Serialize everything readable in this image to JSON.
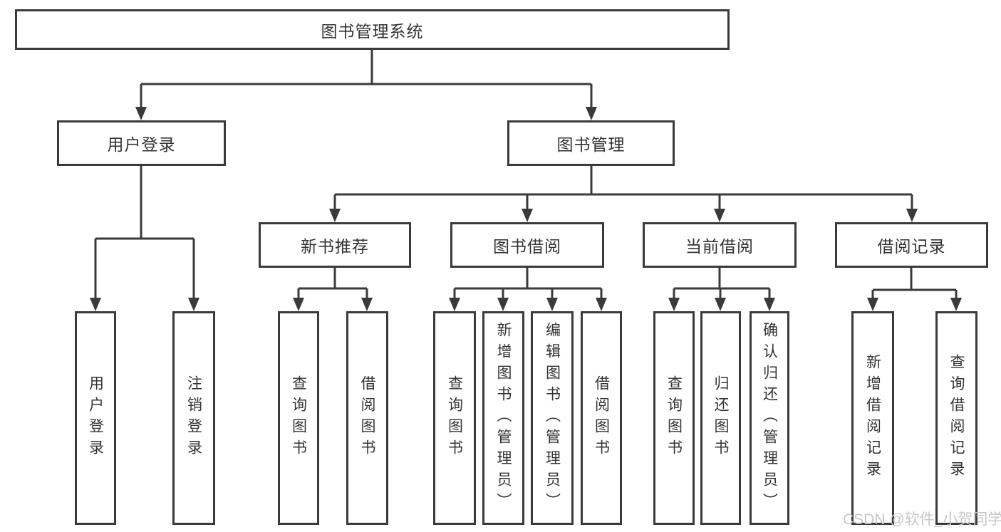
{
  "diagram": {
    "title": "图书管理系统",
    "level1": [
      {
        "label": "用户登录"
      },
      {
        "label": "图书管理"
      }
    ],
    "level2": [
      {
        "label": "新书推荐",
        "parent": "图书管理"
      },
      {
        "label": "图书借阅",
        "parent": "图书管理"
      },
      {
        "label": "当前借阅",
        "parent": "图书管理"
      },
      {
        "label": "借阅记录",
        "parent": "图书管理"
      }
    ],
    "leaves": [
      {
        "label": "用户登录",
        "parent": "用户登录"
      },
      {
        "label": "注销登录",
        "parent": "用户登录"
      },
      {
        "label": "查询图书",
        "parent": "新书推荐"
      },
      {
        "label": "借阅图书",
        "parent": "新书推荐"
      },
      {
        "label": "查询图书",
        "parent": "图书借阅"
      },
      {
        "label": "新增图书（管理员）",
        "parent": "图书借阅"
      },
      {
        "label": "编辑图书（管理员）",
        "parent": "图书借阅"
      },
      {
        "label": "借阅图书",
        "parent": "图书借阅"
      },
      {
        "label": "查询图书",
        "parent": "当前借阅"
      },
      {
        "label": "归还图书",
        "parent": "当前借阅"
      },
      {
        "label": "确认归还（管理员）",
        "parent": "当前借阅"
      },
      {
        "label": "新增借阅记录",
        "parent": "借阅记录"
      },
      {
        "label": "查询借阅记录",
        "parent": "借阅记录"
      }
    ],
    "watermark": "CSDN @软件_小贺同学",
    "colors": {
      "line": "#3a3a3a",
      "text": "#333333",
      "node_background": "#ffffff",
      "watermark": "#c7c7c7"
    }
  }
}
